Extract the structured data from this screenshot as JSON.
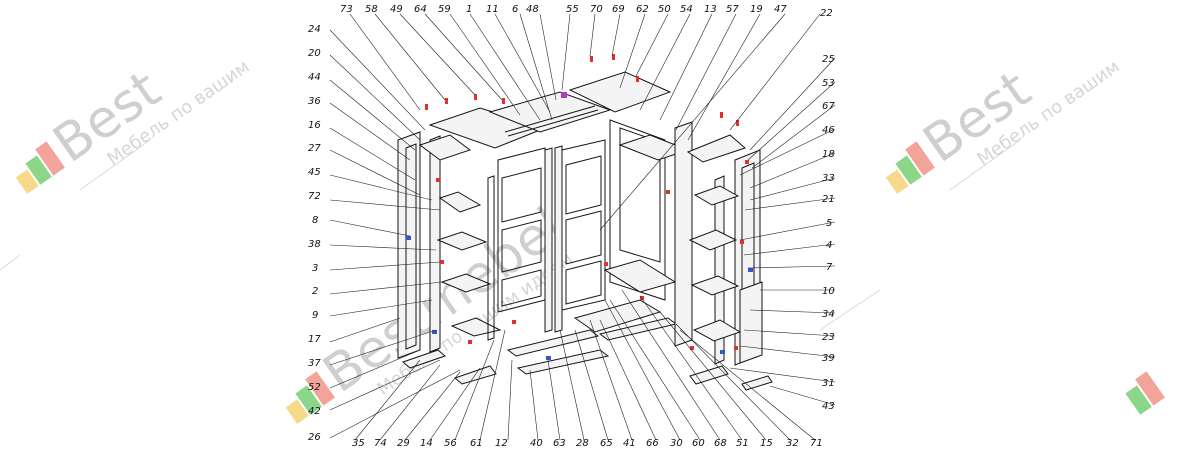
{
  "watermark": {
    "brand": "Best",
    "brand_partial": "Bestmebel",
    "slogan": "Мебель по вашим",
    "slogan_partial": "Мебель по вашим идеям",
    "colors": {
      "green": "#8cd68a",
      "red": "#f2a39a",
      "yellow": "#f6d98a",
      "text": "#cfcfcf"
    }
  },
  "callouts_top": [
    "73",
    "58",
    "49",
    "64",
    "59",
    "1",
    "11",
    "6",
    "48",
    "55",
    "70",
    "69",
    "62",
    "50",
    "54",
    "13",
    "57",
    "19",
    "47",
    "22"
  ],
  "callouts_left": [
    "24",
    "20",
    "44",
    "36",
    "16",
    "27",
    "45",
    "72",
    "8",
    "38",
    "3",
    "2",
    "9",
    "17",
    "37",
    "52",
    "42",
    "26"
  ],
  "callouts_right": [
    "25",
    "53",
    "67",
    "46",
    "18",
    "33",
    "21",
    "5",
    "4",
    "7",
    "10",
    "34",
    "23",
    "39",
    "31",
    "43"
  ],
  "callouts_bottom": [
    "35",
    "74",
    "29",
    "14",
    "56",
    "61",
    "12",
    "40",
    "63",
    "28",
    "65",
    "41",
    "66",
    "30",
    "60",
    "68",
    "51",
    "15",
    "32",
    "71"
  ],
  "colors": {
    "line": "#151515",
    "marker_red": "#e0312b",
    "marker_blue": "#3557c9",
    "marker_purple": "#b13ac0"
  }
}
